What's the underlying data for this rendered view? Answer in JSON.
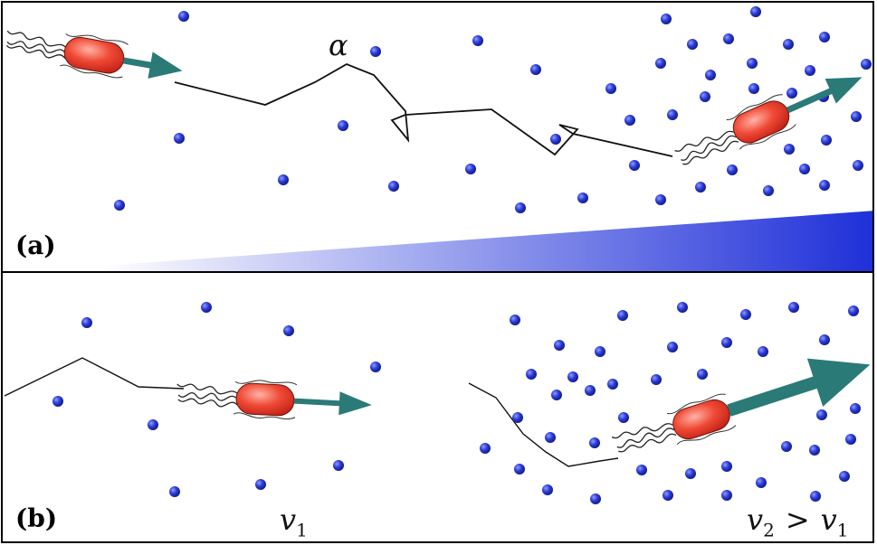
{
  "panel_a": {
    "label": "(a)",
    "angle_label": "α",
    "colors": {
      "gradient_start": "#ffffff",
      "gradient_end": "#1e2fd8",
      "dot": "#2a3ad6",
      "arrow": "#2a7a78",
      "body": "#e23a2a"
    }
  },
  "panel_b": {
    "label": "(b)",
    "speed_left": {
      "symbol": "v",
      "sub": "1"
    },
    "speed_right": {
      "symbol": "v",
      "sub": "2",
      "relation": ">",
      "symbol2": "v",
      "sub2": "1"
    }
  },
  "icons": [
    "bacterium-icon",
    "flagella-icon",
    "velocity-arrow-icon",
    "chemoattractant-molecule-icon"
  ]
}
